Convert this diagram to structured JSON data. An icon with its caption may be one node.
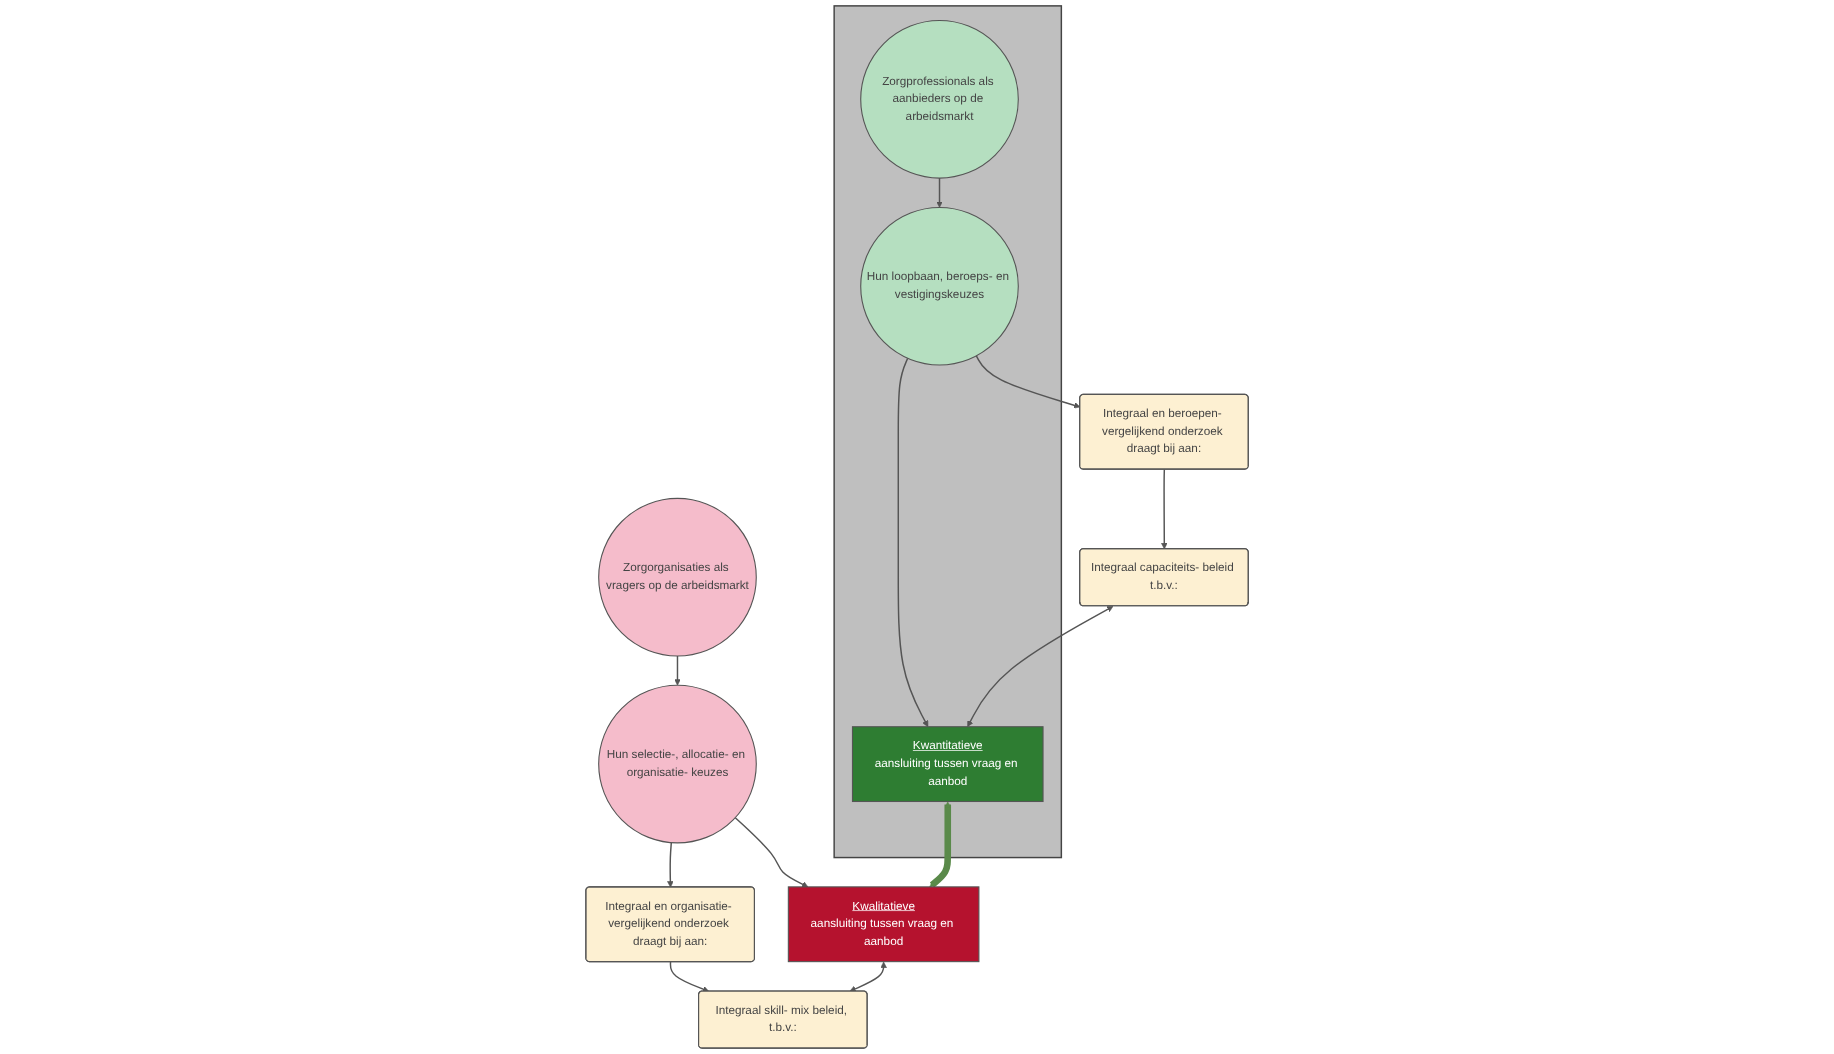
{
  "diagram": {
    "nodes": [
      {
        "text": [],
        "shape": "box"
      },
      {
        "text": [
          "Zorgprofessionals als aanbieders op de arbeidsmarkt"
        ],
        "in": 0
      },
      {
        "text": [
          "Zorgorganisaties als vragers op de arbeidsmarkt"
        ]
      },
      {
        "text": [
          "Hun loopbaan, beroeps- en vestigingskeuzes"
        ],
        "in": 0
      },
      {
        "text": [
          "Hun selectie-, allocatie- en organisatie- keuzes"
        ]
      },
      {
        "text": [
          "Integraal en beroepen- vergelijkend onderzoek draagt bij aan:"
        ]
      },
      {
        "text": [
          "Integraal en organisatie- vergelijkend onderzoek draagt bij aan:"
        ]
      },
      {
        "text": [
          "Integraal capaciteits- beleid t.b.v.:"
        ]
      },
      {
        "text": [
          "Kwantitatieve",
          "aansluiting tussen vraag en aanbod"
        ],
        "in": 0
      },
      {
        "text": [
          "Kwalitatieve",
          "aansluiting tussen vraag en aanbod"
        ]
      },
      {
        "text": [
          "Integraal skill- mix beleid, t.b.v.:"
        ]
      }
    ],
    "edges": [
      {
        "from": 1,
        "to": 3,
        "arrow": "to"
      },
      {
        "from": 2,
        "to": 4,
        "arrow": "to"
      },
      {
        "from": 3,
        "to": 5,
        "arrow": "to"
      },
      {
        "from": 4,
        "to": 6,
        "arrow": "to"
      },
      {
        "from": 3,
        "to": 8,
        "arrow": "to"
      },
      {
        "from": 4,
        "to": 9,
        "arrow": "to"
      },
      {
        "from": 5,
        "to": 7,
        "arrow": "to"
      },
      {
        "from": 6,
        "to": 10,
        "arrow": "to"
      },
      {
        "from": 7,
        "to": 8,
        "arrow": "both"
      },
      {
        "from": 8,
        "to": 9,
        "arrow": "both",
        "style": "thick",
        "color": "#5a8a4a"
      },
      {
        "from": 9,
        "to": 10,
        "arrow": "both"
      }
    ]
  }
}
